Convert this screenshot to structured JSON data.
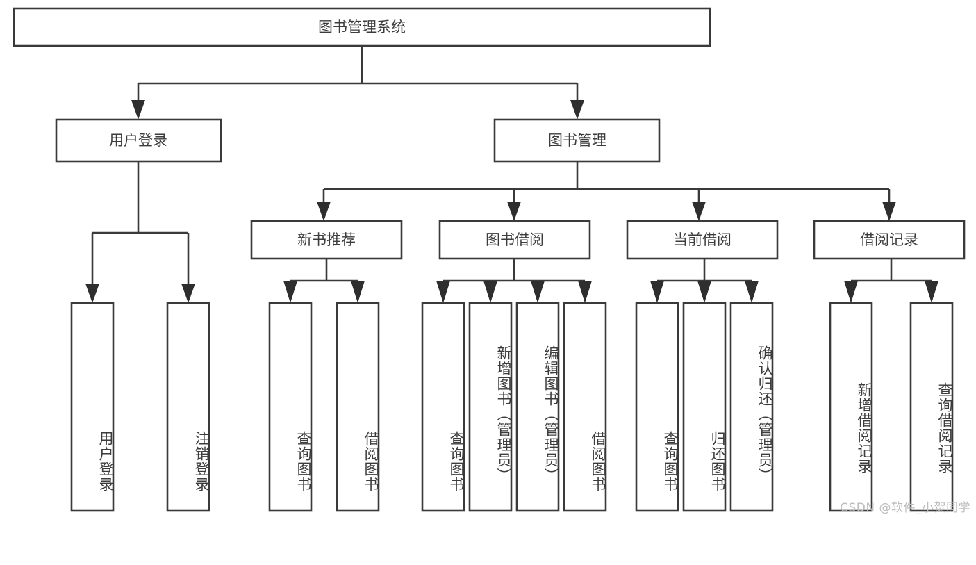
{
  "diagram": {
    "title": "图书管理系统",
    "type": "tree-hierarchy-chart",
    "root": {
      "label": "图书管理系统"
    },
    "level1": [
      {
        "label": "用户登录"
      },
      {
        "label": "图书管理"
      }
    ],
    "level2": [
      {
        "label": "新书推荐"
      },
      {
        "label": "图书借阅"
      },
      {
        "label": "当前借阅"
      },
      {
        "label": "借阅记录"
      }
    ],
    "leaves": {
      "user_login": [
        {
          "label": "用户登录"
        },
        {
          "label": "注销登录"
        }
      ],
      "new_book_recommend": [
        {
          "label": "查询图书"
        },
        {
          "label": "借阅图书"
        }
      ],
      "book_borrow": [
        {
          "label": "查询图书"
        },
        {
          "label": "新增图书（管理员）"
        },
        {
          "label": "编辑图书（管理员）"
        },
        {
          "label": "借阅图书"
        }
      ],
      "current_borrow": [
        {
          "label": "查询图书"
        },
        {
          "label": "归还图书"
        },
        {
          "label": "确认归还（管理员）"
        }
      ],
      "borrow_record": [
        {
          "label": "新增借阅记录"
        },
        {
          "label": "查询借阅记录"
        }
      ]
    }
  },
  "watermark": {
    "text": "CSDN @软件_小贺同学"
  },
  "colors": {
    "stroke": "#3a3a3a",
    "text": "#3c3c3c",
    "background": "#ffffff",
    "watermark": "#bdbdbd"
  }
}
